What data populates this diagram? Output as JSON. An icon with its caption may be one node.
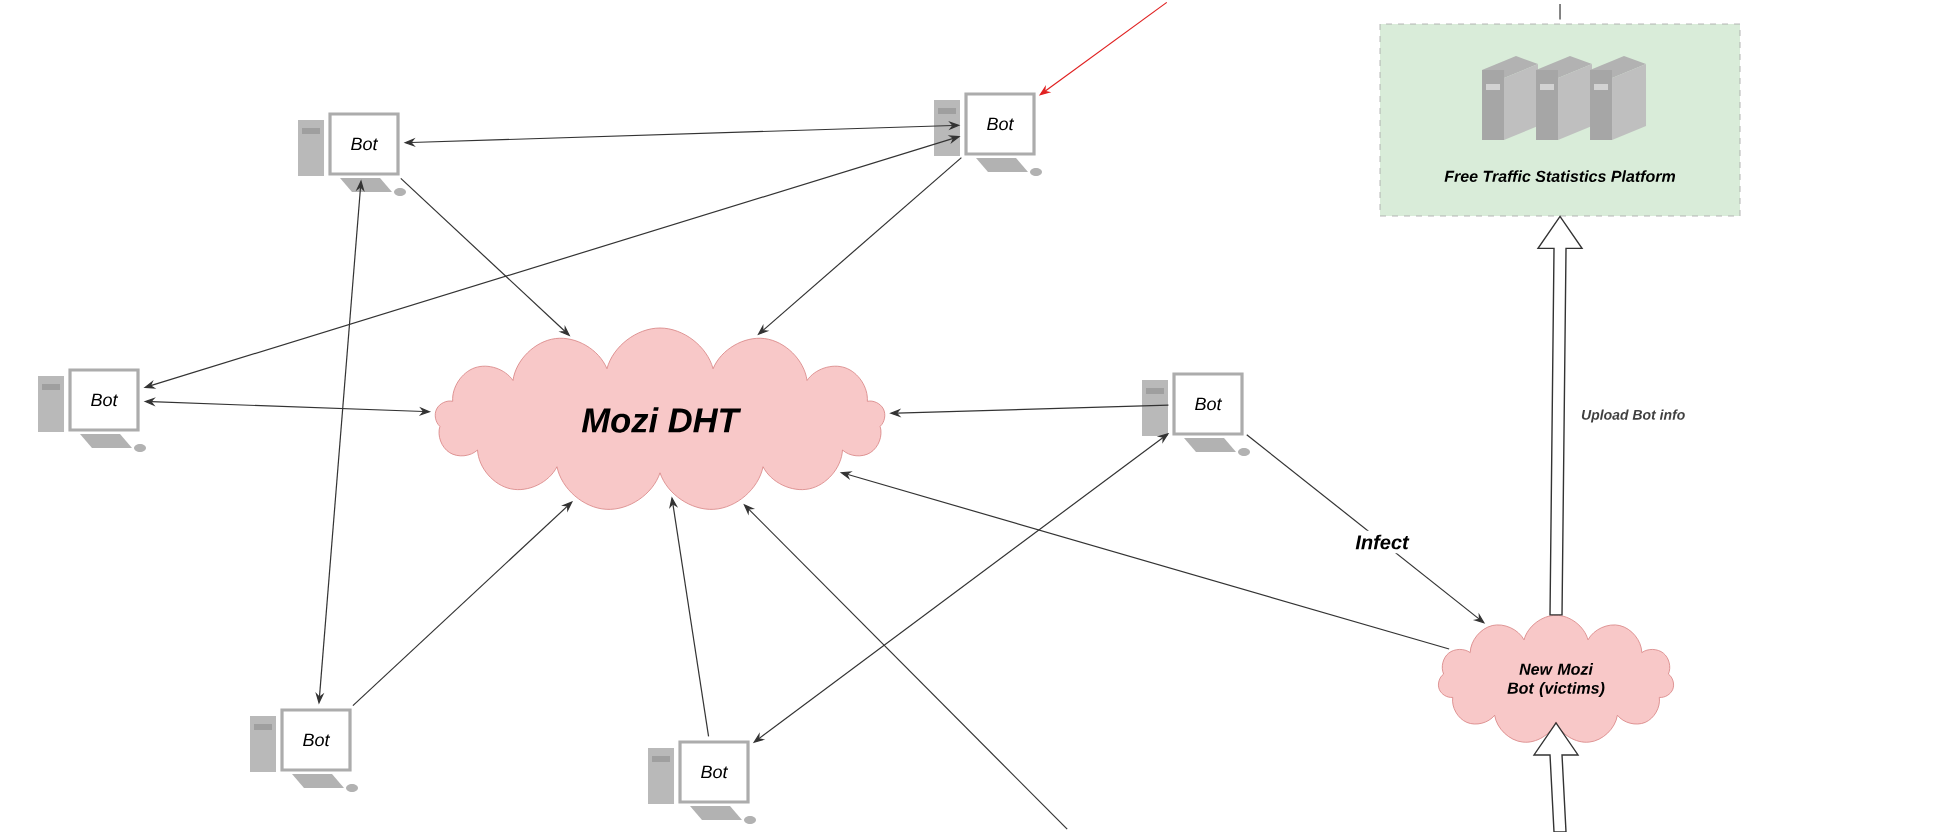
{
  "diagram": {
    "nodes": [
      {
        "text": [
          "Bot"
        ]
      },
      {
        "text": [
          "Bot"
        ]
      },
      {
        "text": [
          "Bot"
        ]
      },
      {
        "text": [
          "Mozi DHT"
        ]
      },
      {
        "text": [
          "Bot"
        ]
      },
      {
        "text": [
          "Bot"
        ]
      },
      {
        "text": [
          "Bot"
        ]
      },
      {
        "text": [
          "Free Traffic Statistics Platform"
        ]
      },
      {
        "text": [
          "New Mozi Bot (victims)"
        ]
      }
    ],
    "edges": [
      {
        "from": 0,
        "to": 1,
        "arrow": "both"
      },
      {
        "from": 1,
        "to": 2,
        "arrow": "both"
      },
      {
        "from": 0,
        "to": 3,
        "arrow": "to"
      },
      {
        "from": 1,
        "to": 3,
        "arrow": "to"
      },
      {
        "from": 2,
        "to": 3,
        "arrow": "both"
      },
      {
        "from": 0,
        "to": 5,
        "arrow": "both"
      },
      {
        "from": 5,
        "to": 3,
        "arrow": "to"
      },
      {
        "from": 6,
        "to": 3,
        "arrow": "to"
      },
      {
        "from": 4,
        "to": 3,
        "arrow": "to"
      },
      {
        "from": 8,
        "to": 3,
        "arrow": "to"
      },
      {
        "from": null,
        "to": 3,
        "arrow": "to"
      },
      {
        "from": 6,
        "to": 4,
        "arrow": "both"
      },
      {
        "from": 4,
        "to": 8,
        "arrow": "to",
        "label": "Infect"
      },
      {
        "from": 8,
        "to": 7,
        "arrow": "to",
        "label": "Upload Bot  info",
        "style": "thick"
      },
      {
        "from": null,
        "to": 1,
        "arrow": "to",
        "color": "#e02020"
      },
      {
        "from": 7,
        "to": null,
        "arrow": "none"
      },
      {
        "from": null,
        "to": 8,
        "arrow": "to",
        "style": "thick"
      }
    ]
  }
}
